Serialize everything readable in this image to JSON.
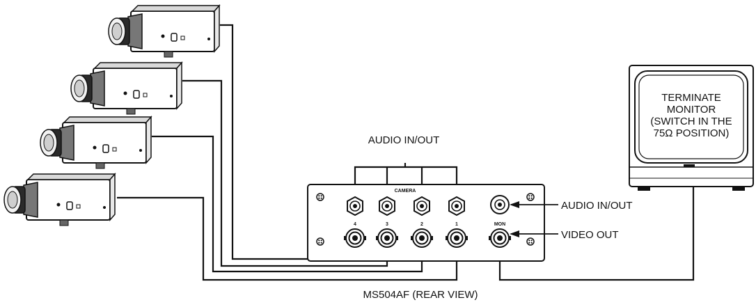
{
  "labels": {
    "audio_in_out_top": "AUDIO IN/OUT",
    "audio_in_out_right": "AUDIO IN/OUT",
    "video_out": "VIDEO OUT",
    "unit_caption": "MS504AF (REAR VIEW)",
    "camera_panel_label": "CAMERA",
    "mon_label": "MON",
    "channel_numbers": [
      "4",
      "3",
      "2",
      "1"
    ]
  },
  "monitor": {
    "screen_text": [
      "TERMINATE",
      "MONITOR",
      "(SWITCH IN THE",
      "75Ω POSITION)"
    ]
  },
  "icons": [
    "camera-icon",
    "bnc-connector-icon",
    "hex-audio-connector-icon",
    "screw-icon",
    "crt-monitor-icon"
  ]
}
